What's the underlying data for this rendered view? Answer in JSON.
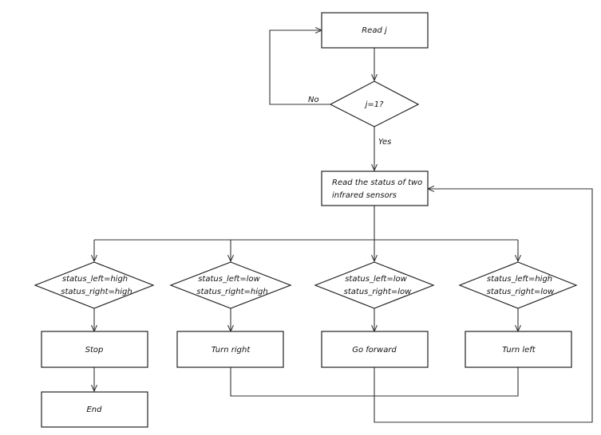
{
  "nodes": {
    "read_j": {
      "lines": [
        "Read j"
      ]
    },
    "check_j": {
      "lines": [
        "j=1?"
      ]
    },
    "read_status": {
      "lines": [
        "Read the status of two",
        "infrared sensors"
      ]
    },
    "cond1": {
      "lines": [
        "status_left=high",
        "status_right=high"
      ]
    },
    "cond2": {
      "lines": [
        "status_left=low",
        "status_right=high"
      ]
    },
    "cond3": {
      "lines": [
        "status_left=low",
        "status_right=low"
      ]
    },
    "cond4": {
      "lines": [
        "status_left=high",
        "status_right=low"
      ]
    },
    "stop": {
      "lines": [
        "Stop"
      ]
    },
    "turn_right": {
      "lines": [
        "Turn right"
      ]
    },
    "go_forward": {
      "lines": [
        "Go forward"
      ]
    },
    "turn_left": {
      "lines": [
        "Turn left"
      ]
    },
    "end": {
      "lines": [
        "End"
      ]
    }
  },
  "edge_labels": {
    "no": "No",
    "yes": "Yes"
  }
}
